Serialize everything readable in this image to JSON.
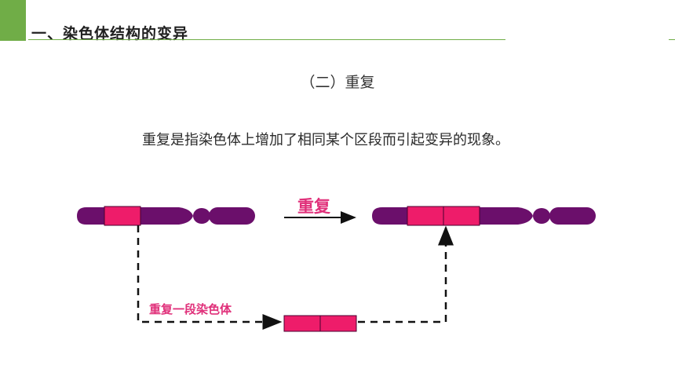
{
  "header": {
    "title": "一、染色体结构的变异"
  },
  "subtitle": "（二）重复",
  "definition": "重复是指染色体上增加了相同某个区段而引起变异的现象。",
  "diagram": {
    "arrow_label": "重复",
    "dashed_label": "重复一段染色体"
  },
  "colors": {
    "accent": "#70ad47",
    "chromosome": "#6b0f6b",
    "segment": "#ee1c6a",
    "label": "#e0307a"
  }
}
